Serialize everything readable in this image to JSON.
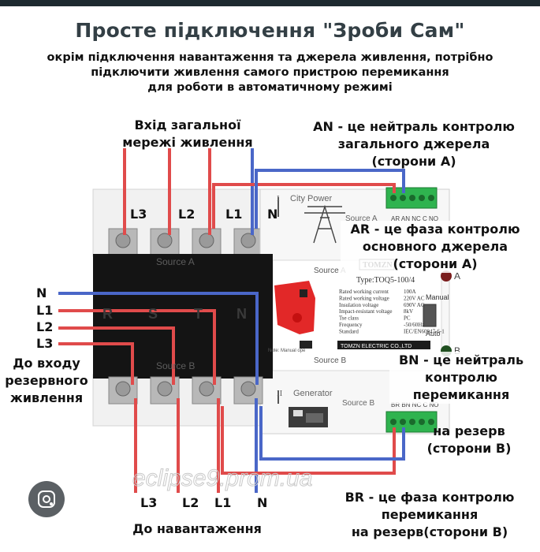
{
  "title": "Просте підключення \"Зроби Сам\"",
  "subtitle": [
    "окрім підключення навантаження та джерела живлення, потрібно",
    "підключити живлення самого пристрою перемикання",
    "для роботи в автоматичному режимі"
  ],
  "labels": {
    "input_main": [
      "Вхід загальної",
      "мережі живлення"
    ],
    "an": [
      "AN - це нейтраль контролю",
      "загального джерела",
      "(сторони А)"
    ],
    "ar": [
      "AR - це фаза контролю",
      "основного джерела",
      "(сторони А)"
    ],
    "bn": [
      "BN - це нейтраль",
      "контролю",
      "перемикання"
    ],
    "reserve_side": [
      "на резерв",
      "(сторони В)"
    ],
    "br": [
      "BR - це фаза контролю",
      "перемикання",
      "на резерв(сторони В)"
    ],
    "reserve_input": [
      "До входу",
      "резервного",
      "живлення"
    ],
    "load": "До навантаження"
  },
  "wires": {
    "top": [
      "L3",
      "L2",
      "L1",
      "N"
    ],
    "left": [
      "N",
      "L1",
      "L2",
      "L3"
    ],
    "bottom": [
      "L3",
      "L2",
      "L1",
      "N"
    ]
  },
  "device": {
    "source_a": "Source A",
    "source_b": "Source B",
    "rstn": [
      "R",
      "S",
      "T",
      "N"
    ],
    "city_power": "City Power",
    "generator": "Generator",
    "brand": "TOMZN",
    "type": "Type:TOQ5-100/4",
    "specs": [
      [
        "Rated working current",
        "100A"
      ],
      [
        "Rated working voltage",
        "220V AC"
      ],
      [
        "Insulation voltage",
        "690V AC"
      ],
      [
        "Impact-resistant voltage",
        "8kV"
      ],
      [
        "Tse class",
        "PC"
      ],
      [
        "Frequency",
        "-50/60Hz"
      ],
      [
        "Standard",
        "IEC/EN60947-6-1"
      ]
    ],
    "maker": "TOMZN ELECTRIC CO.,LTD",
    "manual": "Manual",
    "auto": "Auto",
    "note": "Note: Manual operation must be in \"Manual\" position",
    "terminal_a": "AR AN NC C NO",
    "terminal_b": "BR BN NC C NO",
    "indicator_a": "A",
    "indicator_b": "B",
    "roman_one": "I",
    "roman_two": "II"
  },
  "watermark": "eclipse9.prom.ua",
  "colors": {
    "phase": "#e04b4b",
    "neutral": "#4a67c8",
    "body_black": "#141414",
    "title": "#333f45"
  }
}
